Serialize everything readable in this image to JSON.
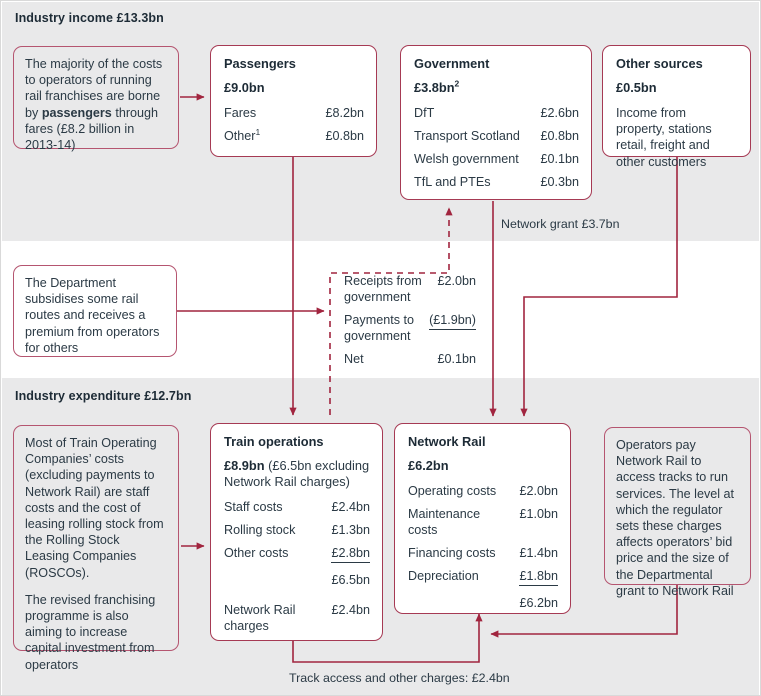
{
  "bands": {
    "income_title": "Industry income £13.3bn",
    "expenditure_title": "Industry expenditure £12.7bn"
  },
  "notes": {
    "passengers_note": "The majority of the costs to operators of running rail franchises are borne by ",
    "passengers_note_bold": "passengers",
    "passengers_note_tail": " through fares (£8.2 billion in 2013-14)",
    "department_note": "The Department subsidises some rail routes and receives a premium from operators for others",
    "toc_note_p1": "Most of Train Operating Companies’ costs (excluding payments to Network Rail) are staff costs and the cost of leasing rolling stock from the Rolling Stock Leasing Companies (ROSCOs).",
    "toc_note_p2": "The revised franchising programme is also aiming to increase capital investment from operators",
    "operators_note": "Operators pay Network Rail to access tracks to run services. The level at which the regulator sets these charges affects operators’ bid price and the size of the Departmental grant to Network Rail"
  },
  "passengers": {
    "title": "Passengers",
    "total": "£9.0bn",
    "rows": [
      {
        "label": "Fares",
        "value": "£8.2bn"
      },
      {
        "label": "Other",
        "sup": "1",
        "value": "£0.8bn"
      }
    ]
  },
  "government": {
    "title": "Government",
    "total": "£3.8bn",
    "total_sup": "2",
    "rows": [
      {
        "label": "DfT",
        "value": "£2.6bn"
      },
      {
        "label": "Transport Scotland",
        "value": "£0.8bn"
      },
      {
        "label": "Welsh government",
        "value": "£0.1bn"
      },
      {
        "label": "TfL and PTEs",
        "value": "£0.3bn"
      }
    ]
  },
  "other_sources": {
    "title": "Other sources",
    "total": "£0.5bn",
    "body": "Income from property, stations retail, freight and other customers"
  },
  "receipts_block": {
    "rows": [
      {
        "label": "Receipts from\ngovernment",
        "value": "£2.0bn",
        "rule": false
      },
      {
        "label": "Payments to\ngovernment",
        "value": "(£1.9bn)",
        "rule": true
      },
      {
        "label": "Net",
        "value": "£0.1bn",
        "rule": false
      }
    ]
  },
  "train_operations": {
    "title": "Train operations",
    "total_bold": "£8.9bn",
    "total_light": " (£6.5bn excluding Network Rail charges)",
    "rows": [
      {
        "label": "Staff costs",
        "value": "£2.4bn",
        "rule": false
      },
      {
        "label": "Rolling stock",
        "value": "£1.3bn",
        "rule": false
      },
      {
        "label": "Other costs",
        "value": "£2.8bn",
        "rule": true
      }
    ],
    "subtotal": "£6.5bn",
    "extra_label": "Network Rail\ncharges",
    "extra_value": "£2.4bn"
  },
  "network_rail": {
    "title": "Network Rail",
    "total": "£6.2bn",
    "rows": [
      {
        "label": "Operating costs",
        "value": "£2.0bn",
        "rule": false
      },
      {
        "label": "Maintenance costs",
        "value": "£1.0bn",
        "rule": false
      },
      {
        "label": "Financing costs",
        "value": "£1.4bn",
        "rule": false
      },
      {
        "label": "Depreciation",
        "value": "£1.8bn",
        "rule": true
      }
    ],
    "subtotal": "£6.2bn"
  },
  "flow_labels": {
    "network_grant": "Network grant £3.7bn",
    "track_access": "Track access and other charges: £2.4bn"
  },
  "colors": {
    "accent": "#a1253f",
    "card_border": "#a63a54",
    "band": "#e9e9ea",
    "text": "#2b3a45"
  }
}
